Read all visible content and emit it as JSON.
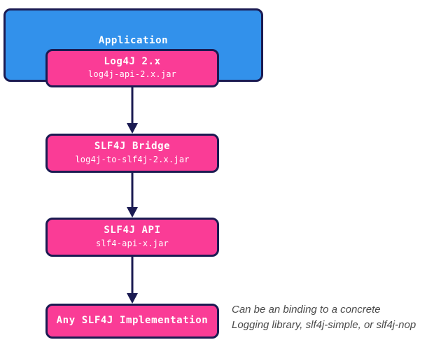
{
  "diagram": {
    "type": "layered-stack-flow",
    "nodes": [
      {
        "id": "application",
        "title": "Application",
        "subtitle": "",
        "fill": "#3291eb",
        "stroke": "#1b1b52",
        "text_color": "#ffffff"
      },
      {
        "id": "log4j",
        "title": "Log4J 2.x",
        "subtitle": "log4j-api-2.x.jar",
        "fill": "#fa3c96",
        "stroke": "#1b1b52",
        "text_color": "#ffffff"
      },
      {
        "id": "bridge",
        "title": "SLF4J Bridge",
        "subtitle": "log4j-to-slf4j-2.x.jar",
        "fill": "#fa3c96",
        "stroke": "#1b1b52",
        "text_color": "#ffffff"
      },
      {
        "id": "api",
        "title": "SLF4J API",
        "subtitle": "slf4-api-x.jar",
        "fill": "#fa3c96",
        "stroke": "#1b1b52",
        "text_color": "#ffffff"
      },
      {
        "id": "implementation",
        "title": "Any SLF4J Implementation",
        "subtitle": "",
        "fill": "#fa3c96",
        "stroke": "#1b1b52",
        "text_color": "#ffffff"
      }
    ],
    "edges": [
      {
        "id": "log4j-to-bridge",
        "from": "log4j",
        "to": "bridge",
        "style": "solid-arrow",
        "color": "#1b1b52"
      },
      {
        "id": "bridge-to-api",
        "from": "bridge",
        "to": "api",
        "style": "solid-arrow",
        "color": "#1b1b52"
      },
      {
        "id": "api-to-implementation",
        "from": "api",
        "to": "implementation",
        "style": "solid-arrow",
        "color": "#1b1b52"
      }
    ],
    "annotation": {
      "text": "Can be an binding to a concrete Logging library, slf4j-simple, or slf4j-nop",
      "color": "#4a4a4a",
      "style": "italic"
    },
    "background": "#ffffff"
  }
}
